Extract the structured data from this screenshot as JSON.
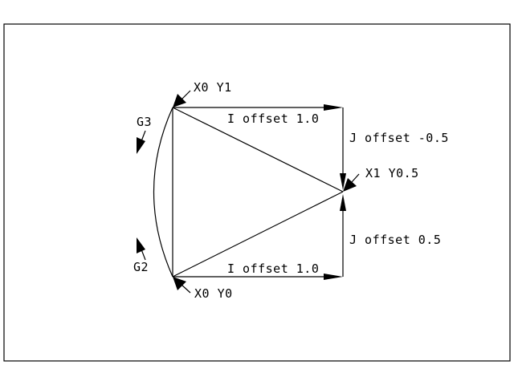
{
  "colors": {
    "background": "#ffffff",
    "ink": "#000000"
  },
  "labels": {
    "start_point": "X0 Y1",
    "end_point_bottom": "X0 Y0",
    "center_point": "X1 Y0.5",
    "i_offset_top": "I offset 1.0",
    "i_offset_bottom": "I offset 1.0",
    "j_offset_top": "J offset -0.5",
    "j_offset_bottom": "J offset 0.5",
    "g3": "G3",
    "g2": "G2"
  }
}
